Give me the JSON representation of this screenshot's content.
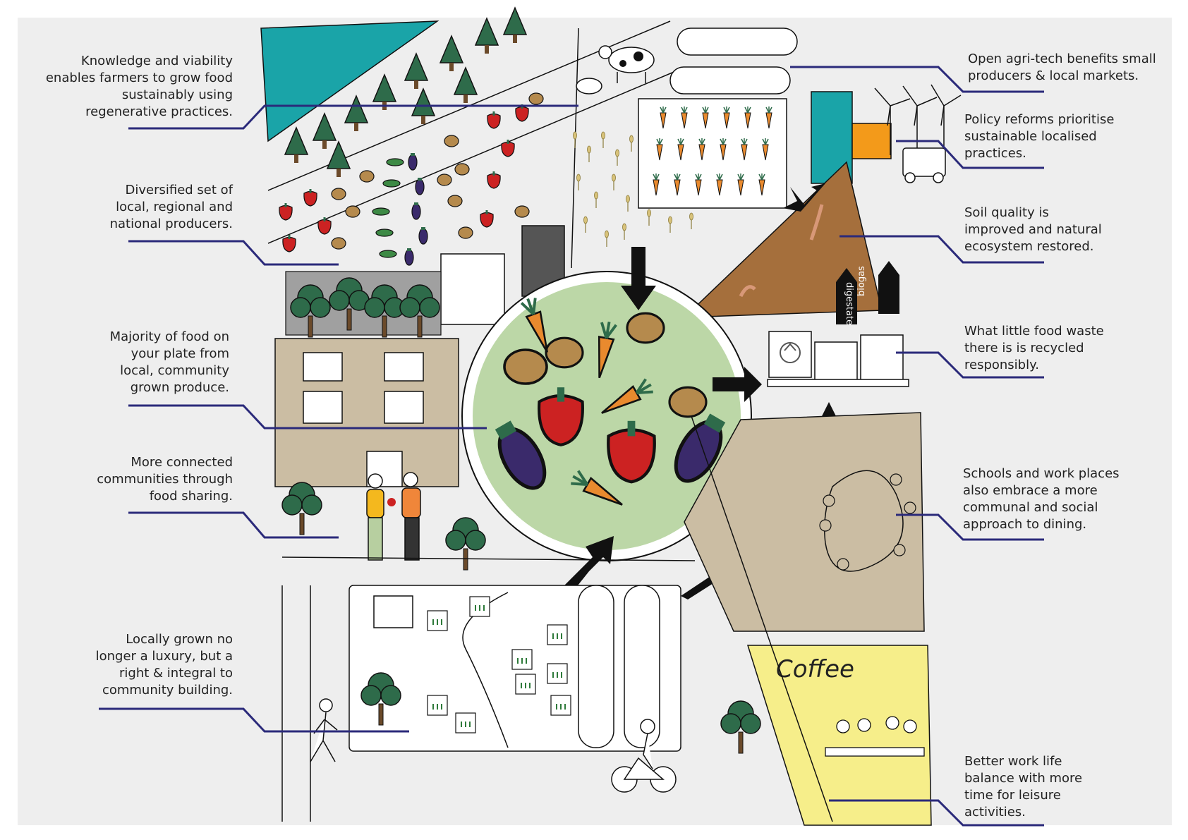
{
  "colors": {
    "background": "#eeeeee",
    "callout_line": "#2b2a7a",
    "plate_green": "#bcd7a7",
    "soil_brown": "#a56f3c",
    "building_beige": "#cbbda3",
    "lake_teal": "#1aa4a8",
    "coffee_yellow": "#f6ee8a",
    "pepper_red": "#cc2222",
    "eggplant_purple": "#3a2a6b",
    "carrot_orange": "#e98a2e",
    "tree_green": "#2e6b4a"
  },
  "callouts_left": [
    {
      "id": "regenerative",
      "text": "Knowledge and viability\nenables farmers to grow food\nsustainably using\nregenerative practices."
    },
    {
      "id": "producers",
      "text": "Diversified set of\nlocal, regional and\nnational producers."
    },
    {
      "id": "local-food",
      "text": "Majority of food on\nyour plate from\nlocal, community\ngrown produce."
    },
    {
      "id": "food-sharing",
      "text": "More connected\ncommunities through\nfood sharing."
    },
    {
      "id": "locally-grown",
      "text": "Locally grown no\nlonger a luxury, but a\nright & integral to\ncommunity building."
    }
  ],
  "callouts_right": [
    {
      "id": "agri-tech",
      "text": "Open agri-tech benefits small\nproducers & local markets."
    },
    {
      "id": "policy",
      "text": "Policy reforms prioritise\nsustainable localised\npractices."
    },
    {
      "id": "soil",
      "text": "Soil quality is\nimproved and natural\necosystem restored."
    },
    {
      "id": "food-waste",
      "text": "What little food waste\nthere is is recycled\nresponsibly."
    },
    {
      "id": "schools",
      "text": "Schools and work places\nalso embrace a more\ncommunal and social\napproach to dining."
    },
    {
      "id": "work-life",
      "text": "Better work life\nbalance with more\ntime for leisure\nactivities."
    }
  ],
  "illustration": {
    "arrow_label_digestate": "digestate",
    "arrow_label_biogas": "biogas",
    "shop_sign": "Coffee",
    "icons": [
      "recycle-icon",
      "wind-turbine-icon",
      "cow-icon",
      "bicycle-icon",
      "tree-icon"
    ]
  }
}
